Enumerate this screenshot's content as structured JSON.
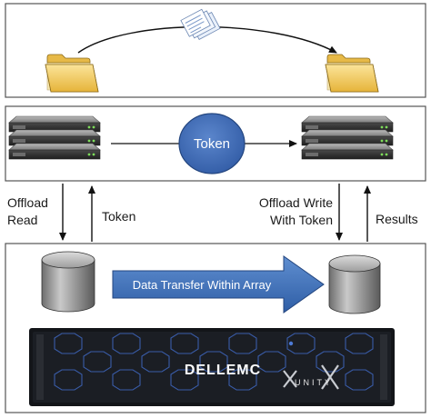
{
  "token_label": "Token",
  "left_arrows": {
    "down_label": "Offload\nRead",
    "up_label": "Token"
  },
  "right_arrows": {
    "down_label": "Offload Write\nWith Token",
    "up_label": "Results"
  },
  "transfer_label": "Data Transfer Within Array",
  "array_brand": "DELLEMC",
  "array_model": "UNITY",
  "colors": {
    "token_fill": "#3b68b4",
    "transfer_arrow": "#3e6fb6",
    "folder": "#f2cc5c"
  }
}
